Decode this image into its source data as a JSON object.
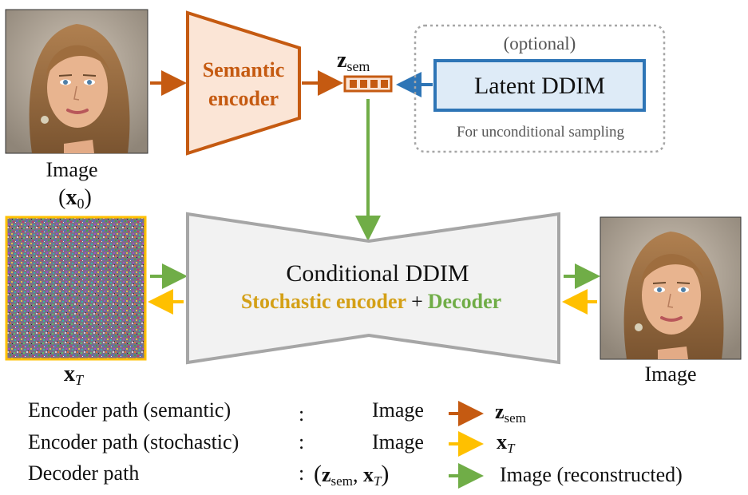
{
  "input_image": {
    "caption": "Image",
    "symbol": "(x0)"
  },
  "semantic_encoder": {
    "line1": "Semantic",
    "line2": "encoder"
  },
  "z_sem": {
    "base": "z",
    "sub": "sem"
  },
  "optional_box": {
    "header": "(optional)",
    "title": "Latent DDIM",
    "subtitle": "For unconditional sampling"
  },
  "noise_image": {
    "base": "x",
    "sub": "T"
  },
  "conditional_ddim": {
    "title": "Conditional DDIM",
    "stochastic": "Stochastic encoder",
    "plus": "+",
    "decoder": "Decoder"
  },
  "output_image": {
    "caption": "Image"
  },
  "legend": {
    "rows": [
      {
        "label": "Encoder path (semantic)",
        "colon": ":",
        "from": "Image",
        "to_base": "z",
        "to_sub": "sem"
      },
      {
        "label": "Encoder path (stochastic)",
        "colon": ":",
        "from": "Image",
        "to_base": "x",
        "to_sub": "T"
      },
      {
        "label": "Decoder path",
        "colon": ":",
        "from_z": "z",
        "from_z_sub": "sem",
        "from_x": "x",
        "from_x_sub": "T",
        "to": "Image (reconstructed)"
      }
    ]
  },
  "colors": {
    "semantic": "#C55A11",
    "semantic_fill": "#FBE5D6",
    "latent_blue": "#2E75B6",
    "latent_fill": "#DEEBF7",
    "green": "#70AD47",
    "yellow": "#FFC000",
    "stochastic_text": "#D4A017",
    "decoder_text": "#70AD47",
    "ddim_fill": "#F2F2F2",
    "ddim_stroke": "#A6A6A6",
    "dotted": "#A6A6A6"
  }
}
